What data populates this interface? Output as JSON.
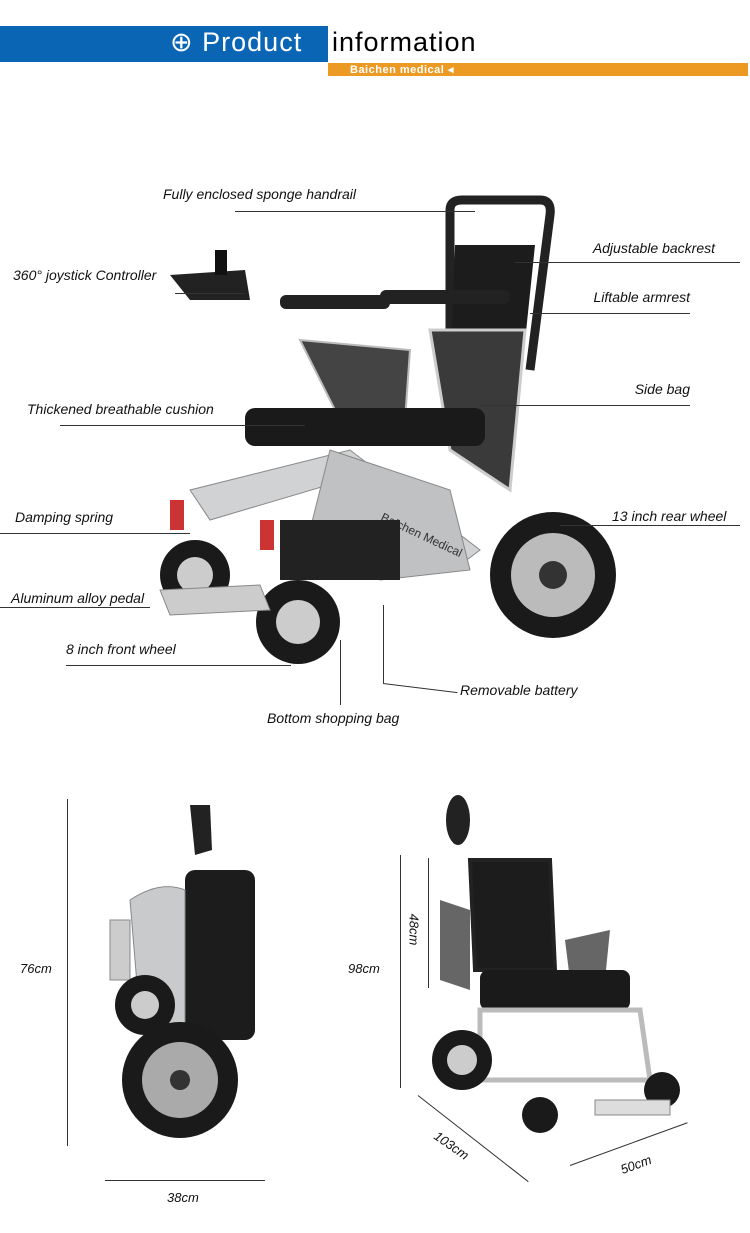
{
  "header": {
    "title_part1": "Product",
    "title_part2": "information",
    "subtitle": "Baichen medical ◂"
  },
  "callouts": {
    "handrail": "Fully enclosed sponge handrail",
    "backrest": "Adjustable backrest",
    "joystick": "360° joystick Controller",
    "armrest": "Liftable armrest",
    "side_bag": "Side bag",
    "cushion": "Thickened breathable cushion",
    "spring": "Damping spring",
    "rear_wheel": "13 inch rear wheel",
    "pedal": "Aluminum alloy pedal",
    "front_wheel": "8 inch front wheel",
    "battery": "Removable battery",
    "shopping_bag": "Bottom shopping bag"
  },
  "dimensions": {
    "folded_height": "76cm",
    "folded_width": "38cm",
    "height": "98cm",
    "backrest_height": "48cm",
    "length": "103cm",
    "width": "50cm"
  },
  "brand": "Baichen Medical",
  "colors": {
    "blue": "#0a66b5",
    "orange": "#ec9a23"
  }
}
